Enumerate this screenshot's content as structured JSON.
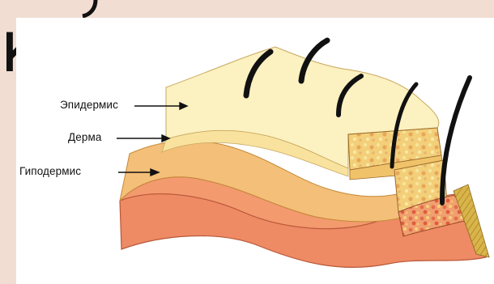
{
  "labels": {
    "epidermis": "Эпидермис",
    "dermis": "Дерма",
    "hypodermis": "Гиподермис"
  },
  "header_glyph": "к",
  "colors": {
    "background": "#f1ddd2",
    "epidermis": "#fbf0bd",
    "dermis": "#f5c77e",
    "hypodermis": "#ef8e66",
    "hair": "#111111",
    "arrow": "#111111"
  }
}
